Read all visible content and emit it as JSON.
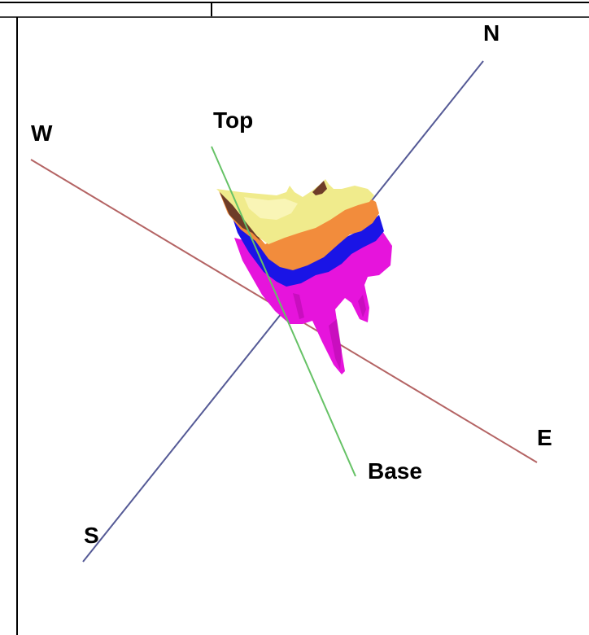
{
  "diagram": {
    "labels": {
      "north": "N",
      "south": "S",
      "east": "E",
      "west": "W",
      "top": "Top",
      "base": "Base"
    },
    "colors": {
      "ns_axis": "#555a96",
      "we_axis": "#b46464",
      "vertical_axis": "#66c266",
      "layer_yellow": "#f0eb8c",
      "layer_orange": "#f28c3c",
      "layer_blue": "#1a14e6",
      "layer_magenta": "#e614dc",
      "layer_dark": "#6e3c28",
      "frame": "#000000"
    }
  }
}
